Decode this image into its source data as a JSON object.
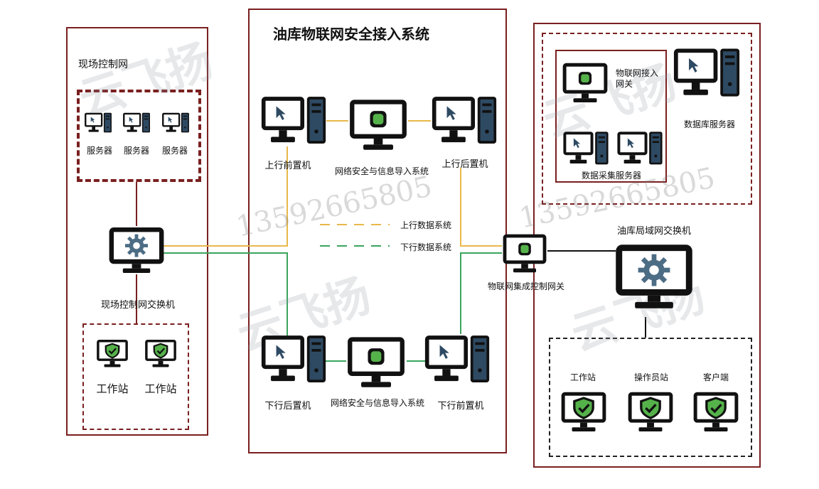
{
  "main_title": "油库物联网安全接入系统",
  "left": {
    "title": "现场控制网",
    "servers": [
      "服务器",
      "服务器",
      "服务器"
    ],
    "switch_label": "现场控制网交换机",
    "stations": [
      "工作站",
      "工作站"
    ]
  },
  "center": {
    "upper_front": "上行前置机",
    "upper_security": "网络安全与信息导入系统",
    "upper_back": "上行后置机",
    "lower_back": "下行后置机",
    "lower_security": "网络安全与信息导入系统",
    "lower_front": "下行前置机",
    "legend": [
      {
        "label": "上行数据系统",
        "color": "#e8b84a"
      },
      {
        "label": "下行数据系统",
        "color": "#3aa55e"
      }
    ]
  },
  "gateway_label": "物联网集成控制网关",
  "right": {
    "iot_gateway": "物联网接入网关",
    "db_server": "数据库服务器",
    "collect_server": "数据采集服务器",
    "lan_switch": "油库局域网交换机",
    "clients": [
      "工作站",
      "操作员站",
      "客户端"
    ]
  },
  "watermark": {
    "phone": "13592665805",
    "brand": "云飞扬"
  },
  "colors": {
    "upstream": "#e8b84a",
    "downstream": "#3aa55e",
    "frame": "#7a1f1f",
    "screen_blue": "#2e4a63",
    "shield_green": "#55b24a"
  }
}
